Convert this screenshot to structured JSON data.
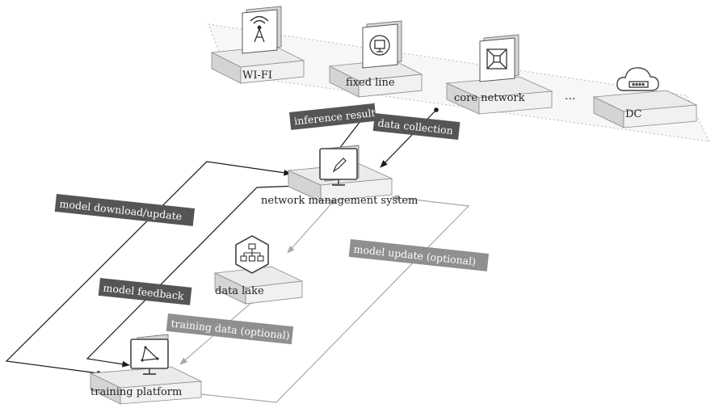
{
  "nodes": {
    "wifi": "WI-FI",
    "fixed_line": "fixed line",
    "core_network": "core network",
    "ellipsis": "...",
    "dc": "DC",
    "nms": "network management system",
    "data_lake": "data lake",
    "training_platform": "training platform"
  },
  "flows": {
    "inference_result": "inference result",
    "data_collection": "data collection",
    "model_download_update": "model download/update",
    "model_update_optional": "model update (optional)",
    "model_feedback": "model feedback",
    "training_data_optional": "training data (optional)"
  },
  "colors": {
    "dark_tag": "#555555",
    "light_tag": "#8f8f8f",
    "dark_line": "#1a1a1a",
    "gray_line": "#a8a8a8"
  }
}
